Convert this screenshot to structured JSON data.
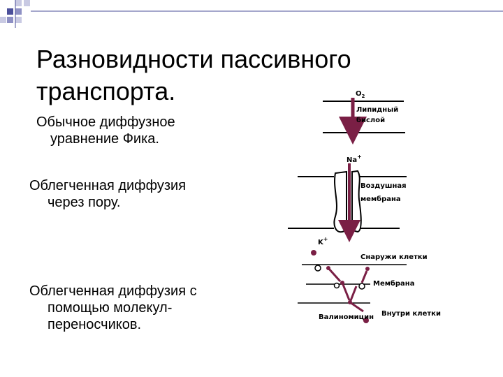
{
  "slide": {
    "title_line1": "Разновидности пассивного",
    "title_line2": "транспорта.",
    "items": [
      {
        "line1": "Обычное диффузное",
        "line2": "уравнение Фика."
      },
      {
        "line1": "Облегченная диффузия",
        "line2": "через пору."
      },
      {
        "line1": "Облегченная диффузия с",
        "line2": "помощью молекул-",
        "line3": "переносчиков."
      }
    ]
  },
  "figure": {
    "o2_label": "O",
    "o2_sub": "2",
    "lipid_label_1": "Липидный",
    "lipid_label_2": "бислой",
    "na_label": "Na",
    "na_sup": "+",
    "membrane_label_1": "Воздушная",
    "membrane_label_2": "мембрана",
    "k_label": "K",
    "k_sup": "+",
    "outside_label": "Снаружи клетки",
    "membrane_label": "Мембрана",
    "inside_label": "Внутри клетки",
    "valinomycin_label": "Валиномицин",
    "arrow_color": "#7a1f45",
    "accent_color": "#4b4f9a"
  },
  "theme": {
    "corner_colors": [
      "#4b4f9a",
      "#8e90c4",
      "#c9cae3"
    ]
  }
}
